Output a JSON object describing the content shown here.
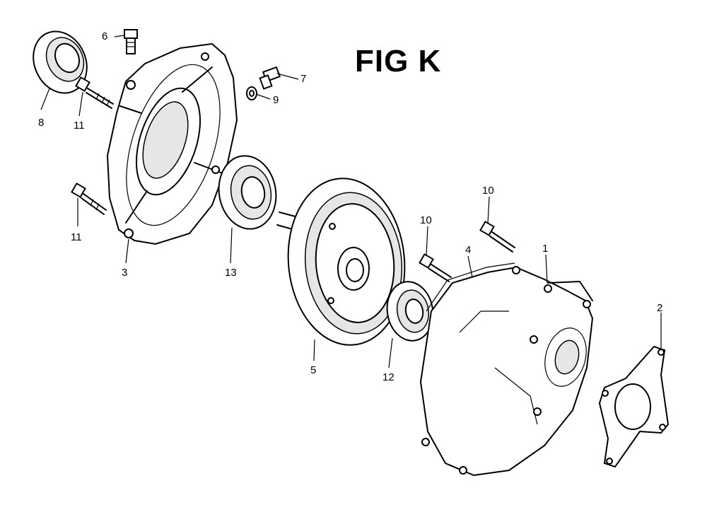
{
  "title": "FIG K",
  "callouts": {
    "c1": "1",
    "c2": "2",
    "c3": "3",
    "c4": "4",
    "c5": "5",
    "c6": "6",
    "c7": "7",
    "c8": "8",
    "c9": "9",
    "c10a": "10",
    "c10b": "10",
    "c11a": "11",
    "c11b": "11",
    "c12": "12",
    "c13": "13"
  }
}
